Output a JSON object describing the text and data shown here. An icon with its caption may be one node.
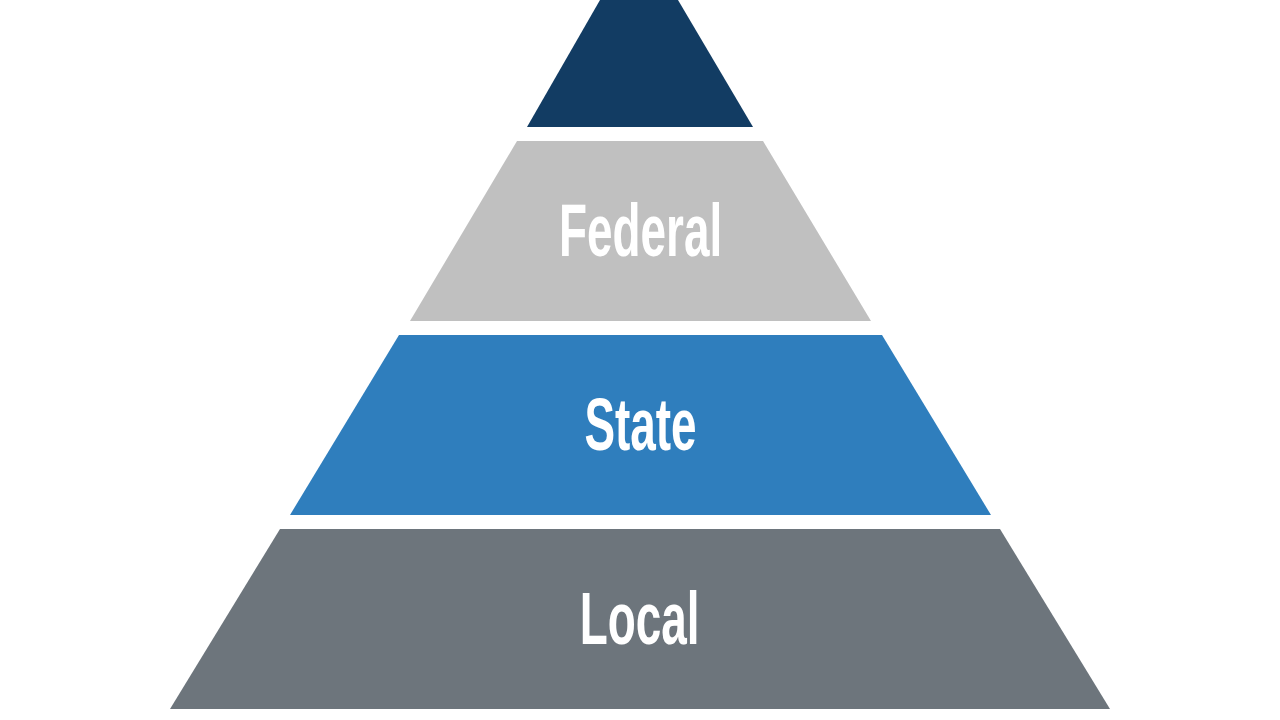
{
  "diagram": {
    "nodes": [
      {
        "text": [],
        "shape": "triangle"
      },
      {
        "text": [
          "Federal"
        ]
      },
      {
        "text": [
          "State"
        ]
      },
      {
        "text": [
          "Local"
        ]
      }
    ]
  }
}
